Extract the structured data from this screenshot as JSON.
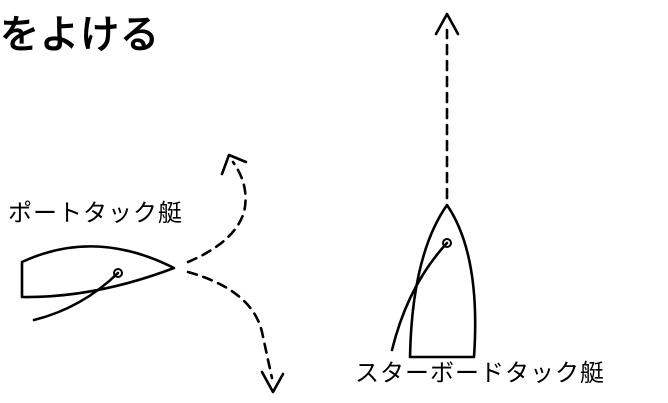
{
  "title": "をよける",
  "port_boat": {
    "label": "ポートタック艇"
  },
  "starboard_boat": {
    "label": "スターボードタック艇"
  },
  "colors": {
    "ink": "#000000",
    "background": "#ffffff"
  }
}
